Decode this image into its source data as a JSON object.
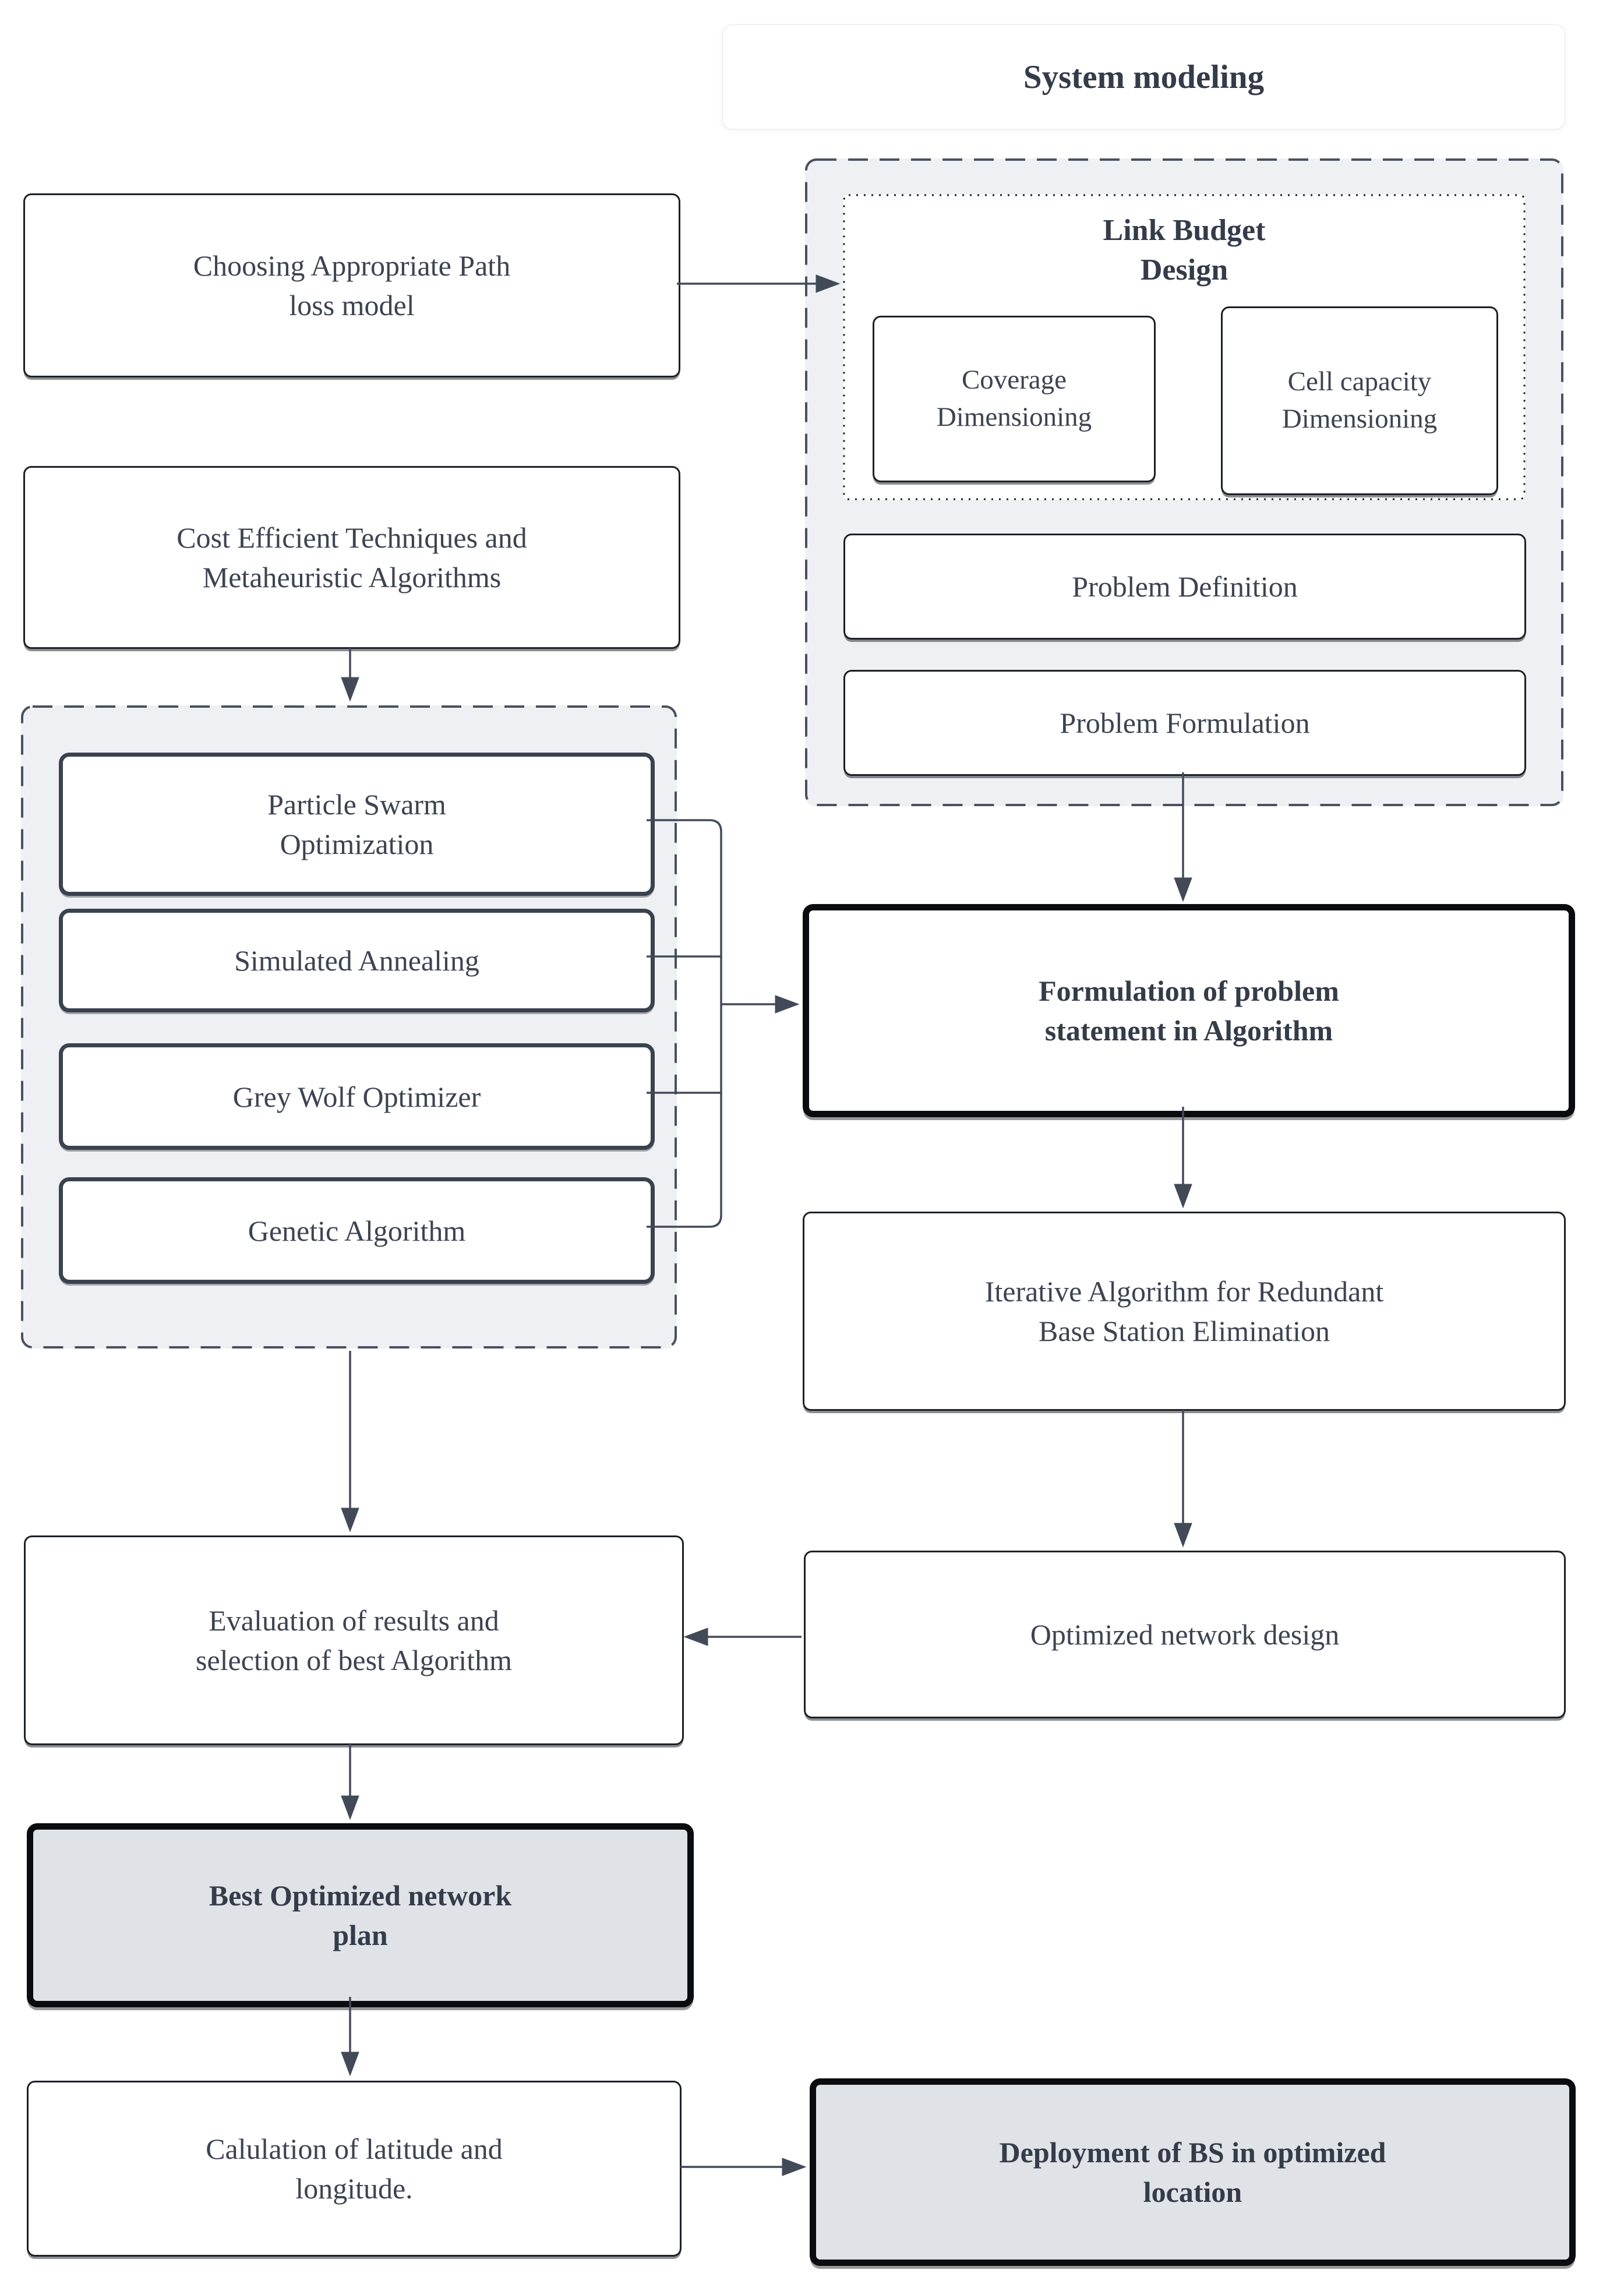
{
  "diagram": {
    "title": "System modeling",
    "nodes": {
      "path_loss": "Choosing Appropriate Path\nloss model",
      "cost_efficient": "Cost Efficient Techniques and\nMetaheuristic Algorithms",
      "pso": "Particle Swarm\nOptimization",
      "simulated_annealing": "Simulated Annealing",
      "grey_wolf": "Grey Wolf Optimizer",
      "genetic_algorithm": "Genetic Algorithm",
      "evaluation": "Evaluation of  results and\nselection of best Algorithm",
      "best_plan": "Best Optimized network\nplan",
      "calculation": "Calulation of latitude and\nlongitude.",
      "link_budget_title": "Link Budget\nDesign",
      "coverage": "Coverage\nDimensioning",
      "cell_capacity": "Cell capacity\nDimensioning",
      "problem_definition": "Problem Definition",
      "problem_formulation": "Problem Formulation",
      "formulation_algorithm": "Formulation of problem\nstatement in Algorithm",
      "iterative_elimination": "Iterative Algorithm for Redundant\nBase Station Elimination",
      "optimized_design": "Optimized network design",
      "deployment": "Deployment of BS in optimized\nlocation"
    },
    "colors": {
      "text": "#3d4351",
      "connector_line": "#424a58",
      "thin_border": "#1c2026",
      "algorithm_border": "#3a424e",
      "thick_border": "#0a0c0f",
      "node_fill": "#ffffff",
      "highlight_fill": "#dfe2e7",
      "group_fill": "#eff0f3",
      "dashed_border": "#49505e"
    }
  }
}
